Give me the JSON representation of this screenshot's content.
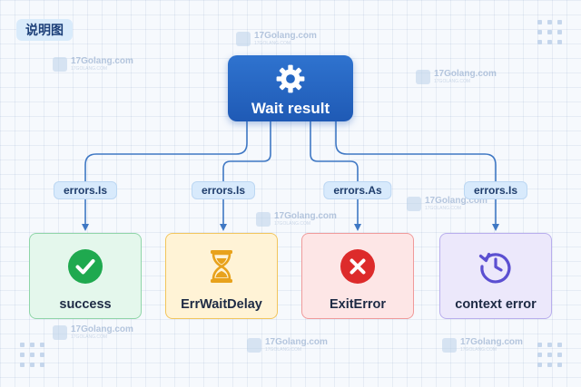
{
  "badge": "说明图",
  "watermark": {
    "main": "17Golang.com",
    "sub": "17GOLANG.COM"
  },
  "root": {
    "label": "Wait result",
    "icon": "gear-icon",
    "color": "#2467c3"
  },
  "edges": [
    {
      "label": "errors.Is"
    },
    {
      "label": "errors.Is"
    },
    {
      "label": "errors.As"
    },
    {
      "label": "errors.Is"
    }
  ],
  "nodes": [
    {
      "label": "success",
      "icon": "check-circle-icon",
      "fill": "#e4f7ec",
      "border": "#8fd5a8",
      "accent": "#1fa94f"
    },
    {
      "label": "ErrWaitDelay",
      "icon": "hourglass-icon",
      "fill": "#fff3d6",
      "border": "#f2c55c",
      "accent": "#e8a21c"
    },
    {
      "label": "ExitError",
      "icon": "x-circle-icon",
      "fill": "#fde6e6",
      "border": "#f09a9a",
      "accent": "#dd2b2b"
    },
    {
      "label": "context error",
      "icon": "history-clock-icon",
      "fill": "#ece8fb",
      "border": "#b9aeed",
      "accent": "#5b4fd1"
    }
  ]
}
